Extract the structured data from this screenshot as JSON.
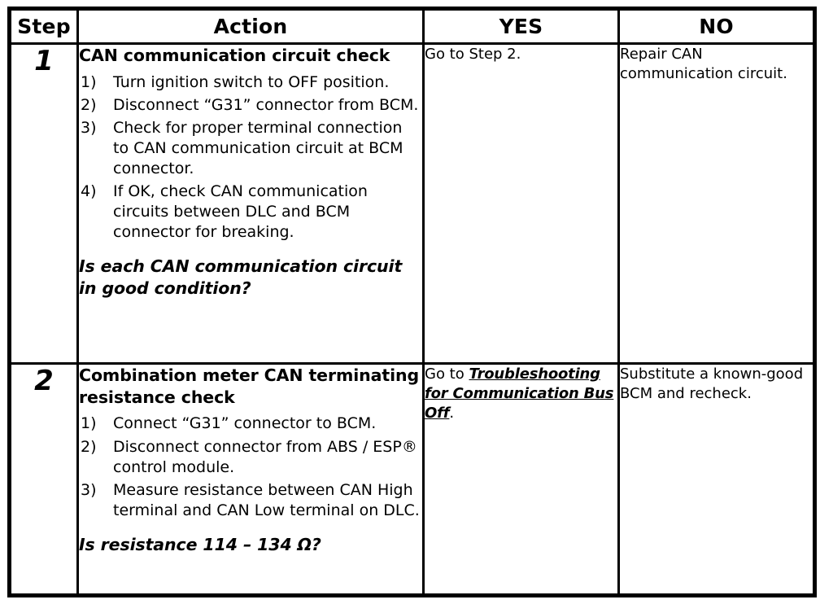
{
  "table": {
    "headers": {
      "step": "Step",
      "action": "Action",
      "yes": "YES",
      "no": "NO"
    },
    "rows": [
      {
        "step": "1",
        "action": {
          "title": "CAN communication circuit check",
          "steps": [
            {
              "num": "1)",
              "text": "Turn ignition switch to OFF position."
            },
            {
              "num": "2)",
              "text": "Disconnect “G31” connector from BCM."
            },
            {
              "num": "3)",
              "text": "Check for proper terminal connection to CAN communication circuit at BCM connector."
            },
            {
              "num": "4)",
              "text": "If OK, check CAN communication circuits between DLC and BCM connector for breaking."
            }
          ],
          "question": "Is each CAN communication circuit in good condition?"
        },
        "yes": {
          "text": "Go to Step 2.",
          "link": "",
          "suffix": ""
        },
        "no": {
          "text": "Repair CAN communication circuit."
        }
      },
      {
        "step": "2",
        "action": {
          "title": "Combination meter CAN terminating resistance check",
          "steps": [
            {
              "num": "1)",
              "text": "Connect “G31” connector to BCM."
            },
            {
              "num": "2)",
              "text": "Disconnect connector from ABS / ESP® control module."
            },
            {
              "num": "3)",
              "text": "Measure resistance between CAN High terminal and CAN Low terminal on DLC."
            }
          ],
          "question": "Is resistance 114 – 134 Ω?"
        },
        "yes": {
          "text": "Go to ",
          "link": "Troubleshooting for Communication Bus Off",
          "suffix": "."
        },
        "no": {
          "text": "Substitute a known-good BCM and recheck."
        }
      }
    ]
  },
  "colors": {
    "border": "#000000",
    "background": "#ffffff",
    "text": "#000000"
  }
}
